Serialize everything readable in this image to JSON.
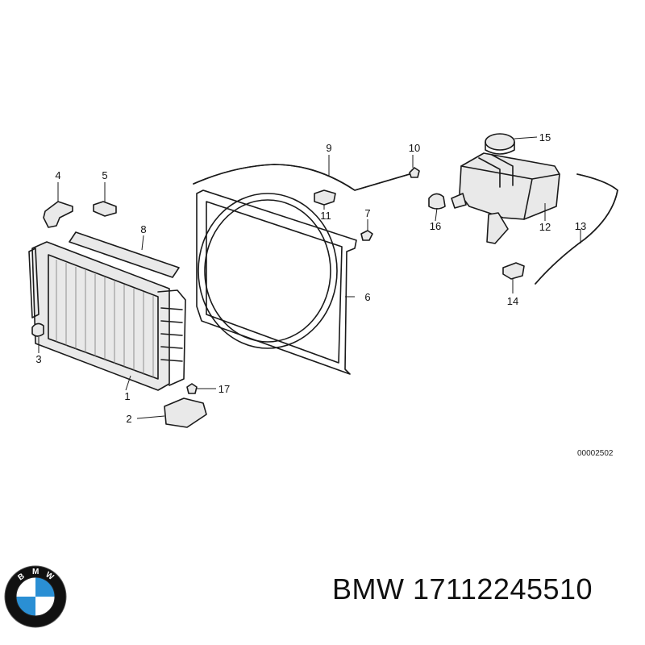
{
  "diagram": {
    "callouts": [
      "1",
      "2",
      "3",
      "4",
      "5",
      "6",
      "7",
      "8",
      "9",
      "10",
      "11",
      "12",
      "13",
      "14",
      "15",
      "16",
      "17"
    ],
    "diagram_id": "00002502"
  },
  "logo": {
    "letters": [
      "B",
      "M",
      "W"
    ],
    "colors": {
      "blue": "#2a8fd4",
      "white": "#ffffff",
      "ring": "#111111"
    }
  },
  "caption": {
    "brand": "BMW",
    "part_number": "17112245510"
  }
}
